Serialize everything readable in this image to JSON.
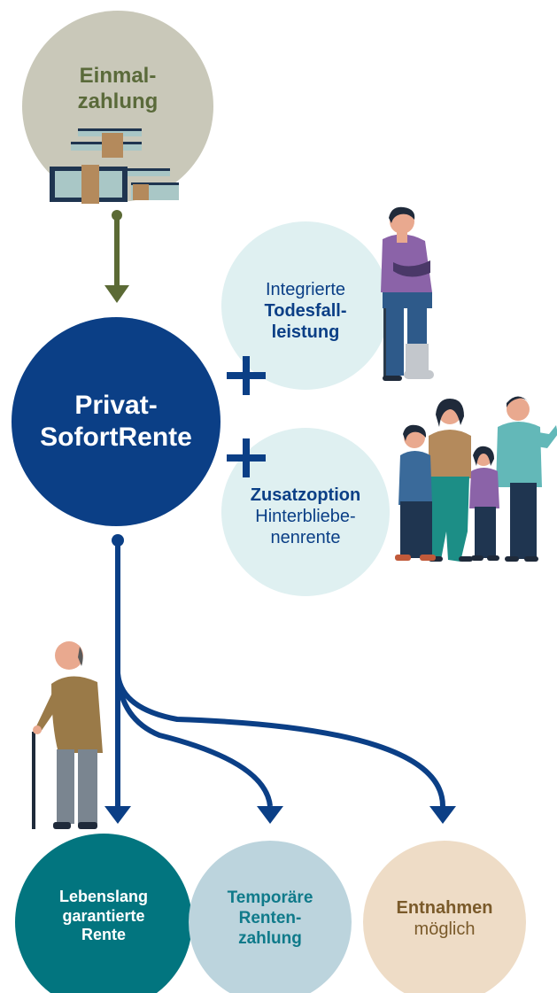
{
  "colors": {
    "einmal_circle": "#c9c8b9",
    "einmal_text": "#5a6a3a",
    "olive_arrow": "#5b6a35",
    "main_circle": "#0b3f86",
    "light_circle": "#dff0f1",
    "blue_text": "#0b3f86",
    "teal_circle": "#02757f",
    "lightblue_circle": "#bcd4dd",
    "temp_text": "#0f7a8a",
    "beige_circle": "#eedcc6",
    "beige_text": "#7a5a2a"
  },
  "einmal": {
    "line1": "Einmal-",
    "line2": "zahlung",
    "icon": "money-stack-icon"
  },
  "main": {
    "line1": "Privat-",
    "line2": "SofortRente"
  },
  "todesfall": {
    "line1": "Integrierte",
    "line2": "Todesfall-",
    "line3": "leistung",
    "icon": "injured-person-icon"
  },
  "zusatz": {
    "line1": "Zusatzoption",
    "line2": "Hinterbliebe-",
    "line3": "nenrente",
    "icon": "family-icon"
  },
  "elder_icon": "elderly-person-icon",
  "outcomes": [
    {
      "line1": "Lebenslang",
      "line2": "garantierte",
      "line3": "Rente"
    },
    {
      "line1": "Temporäre",
      "line2": "Renten-",
      "line3": "zahlung"
    },
    {
      "line1": "Entnahmen",
      "line2": "möglich"
    }
  ]
}
